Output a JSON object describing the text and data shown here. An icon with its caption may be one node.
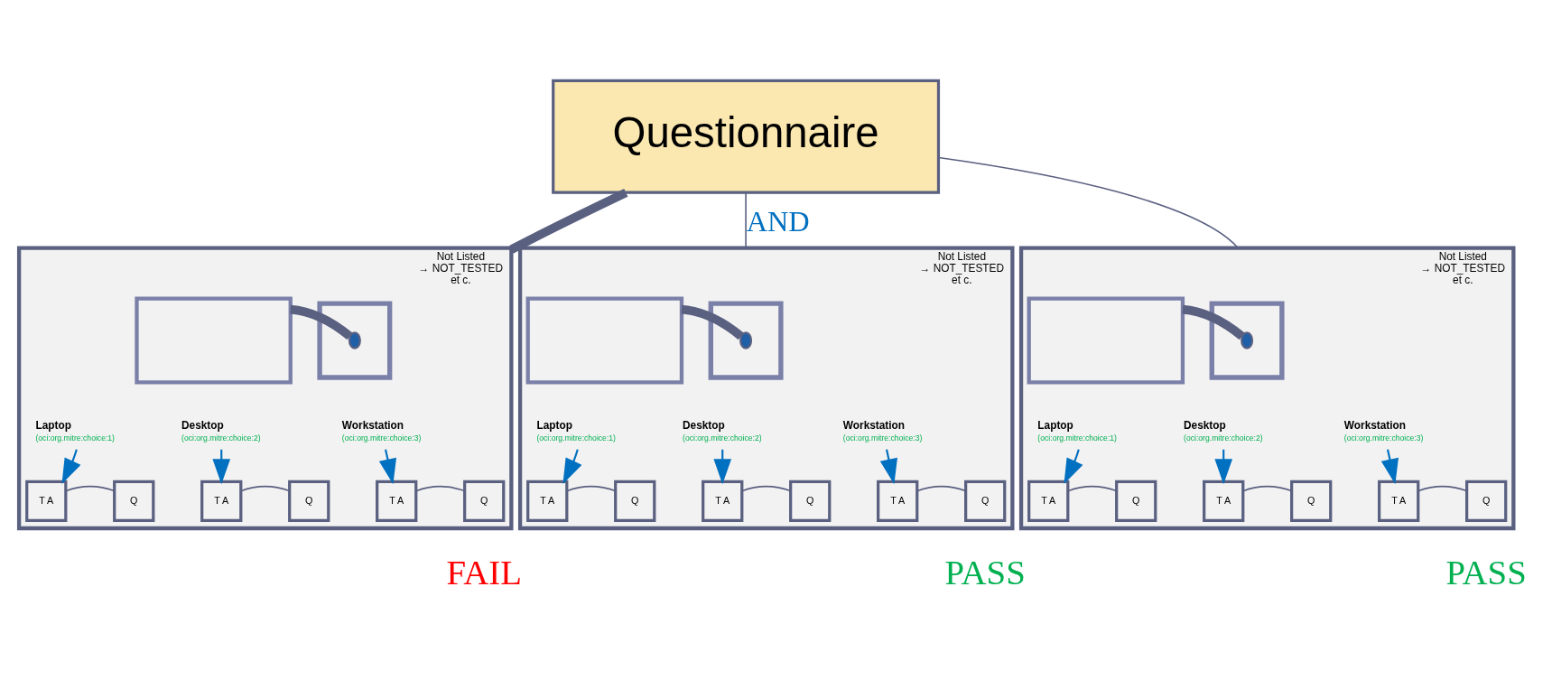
{
  "diagram": {
    "nodes": [
      {
        "text": [
          "Questionnaire"
        ]
      },
      {
        "text": [
          "Not Listed",
          "→ NOT_TESTED",
          "et c."
        ],
        "beside": [
          "FAIL"
        ]
      },
      {
        "text": [],
        "shape": "box",
        "in": 1
      },
      {
        "text": [],
        "shape": "circle",
        "in": 2
      },
      {
        "text": [],
        "shape": "box",
        "in": 1
      },
      {
        "text": [
          "Laptop",
          "(oci:org.mitre:choice:1)"
        ],
        "in": 1
      },
      {
        "text": [
          "Desktop",
          "(oci:org.mitre:choice:2)"
        ],
        "in": 1
      },
      {
        "text": [
          "Workstation",
          "(oci:org.mitre:choice:3)"
        ],
        "in": 1
      },
      {
        "text": [
          "T A"
        ],
        "in": 1
      },
      {
        "text": [
          "Q"
        ],
        "in": 1
      },
      {
        "text": [
          "T A"
        ],
        "in": 1
      },
      {
        "text": [
          "Q"
        ],
        "in": 1
      },
      {
        "text": [
          "T A"
        ],
        "in": 1
      },
      {
        "text": [
          "Q"
        ],
        "in": 1
      },
      {
        "text": [
          "Not Listed",
          "→ NOT_TESTED",
          "et c."
        ],
        "beside": [
          "PASS"
        ]
      },
      {
        "text": [],
        "shape": "box",
        "in": 14
      },
      {
        "text": [],
        "shape": "circle",
        "in": 15
      },
      {
        "text": [],
        "shape": "box",
        "in": 14
      },
      {
        "text": [
          "Laptop",
          "(oci:org.mitre:choice:1)"
        ],
        "in": 14
      },
      {
        "text": [
          "Desktop",
          "(oci:org.mitre:choice:2)"
        ],
        "in": 14
      },
      {
        "text": [
          "Workstation",
          "(oci:org.mitre:choice:3)"
        ],
        "in": 14
      },
      {
        "text": [
          "T A"
        ],
        "in": 14
      },
      {
        "text": [
          "Q"
        ],
        "in": 14
      },
      {
        "text": [
          "T A"
        ],
        "in": 14
      },
      {
        "text": [
          "Q"
        ],
        "in": 14
      },
      {
        "text": [
          "T A"
        ],
        "in": 14
      },
      {
        "text": [
          "Q"
        ],
        "in": 14
      },
      {
        "text": [
          "Not Listed",
          "→ NOT_TESTED",
          "et c."
        ],
        "beside": [
          "PASS"
        ]
      },
      {
        "text": [],
        "shape": "box",
        "in": 27
      },
      {
        "text": [],
        "shape": "circle",
        "in": 28
      },
      {
        "text": [],
        "shape": "box",
        "in": 27
      },
      {
        "text": [
          "Laptop",
          "(oci:org.mitre:choice:1)"
        ],
        "in": 27
      },
      {
        "text": [
          "Desktop",
          "(oci:org.mitre:choice:2)"
        ],
        "in": 27
      },
      {
        "text": [
          "Workstation",
          "(oci:org.mitre:choice:3)"
        ],
        "in": 27
      },
      {
        "text": [
          "T A"
        ],
        "in": 27
      },
      {
        "text": [
          "Q"
        ],
        "in": 27
      },
      {
        "text": [
          "T A"
        ],
        "in": 27
      },
      {
        "text": [
          "Q"
        ],
        "in": 27
      },
      {
        "text": [
          "T A"
        ],
        "in": 27
      },
      {
        "text": [
          "Q"
        ],
        "in": 27
      }
    ],
    "edges": [
      {
        "from": 0,
        "to": 1,
        "arrow": "none",
        "style": "thick"
      },
      {
        "from": 0,
        "to": 14,
        "arrow": "none",
        "label": "AND"
      },
      {
        "from": 0,
        "to": 27,
        "arrow": "none"
      },
      {
        "from": 3,
        "to": 4,
        "arrow": "none",
        "style": "thick"
      },
      {
        "from": 5,
        "to": 8,
        "arrow": "to",
        "color": "#0070c0"
      },
      {
        "from": 6,
        "to": 10,
        "arrow": "to",
        "color": "#0070c0"
      },
      {
        "from": 7,
        "to": 12,
        "arrow": "to",
        "color": "#0070c0"
      },
      {
        "from": 8,
        "to": 9,
        "arrow": "none"
      },
      {
        "from": 10,
        "to": 11,
        "arrow": "none"
      },
      {
        "from": 12,
        "to": 13,
        "arrow": "none"
      },
      {
        "from": 16,
        "to": 17,
        "arrow": "none",
        "style": "thick"
      },
      {
        "from": 18,
        "to": 21,
        "arrow": "to",
        "color": "#0070c0"
      },
      {
        "from": 19,
        "to": 23,
        "arrow": "to",
        "color": "#0070c0"
      },
      {
        "from": 20,
        "to": 25,
        "arrow": "to",
        "color": "#0070c0"
      },
      {
        "from": 21,
        "to": 22,
        "arrow": "none"
      },
      {
        "from": 23,
        "to": 24,
        "arrow": "none"
      },
      {
        "from": 25,
        "to": 26,
        "arrow": "none"
      },
      {
        "from": 29,
        "to": 30,
        "arrow": "none",
        "style": "thick"
      },
      {
        "from": 31,
        "to": 34,
        "arrow": "to",
        "color": "#0070c0"
      },
      {
        "from": 32,
        "to": 36,
        "arrow": "to",
        "color": "#0070c0"
      },
      {
        "from": 33,
        "to": 38,
        "arrow": "to",
        "color": "#0070c0"
      },
      {
        "from": 34,
        "to": 35,
        "arrow": "none"
      },
      {
        "from": 36,
        "to": 37,
        "arrow": "none"
      },
      {
        "from": 38,
        "to": 39,
        "arrow": "none"
      }
    ]
  }
}
